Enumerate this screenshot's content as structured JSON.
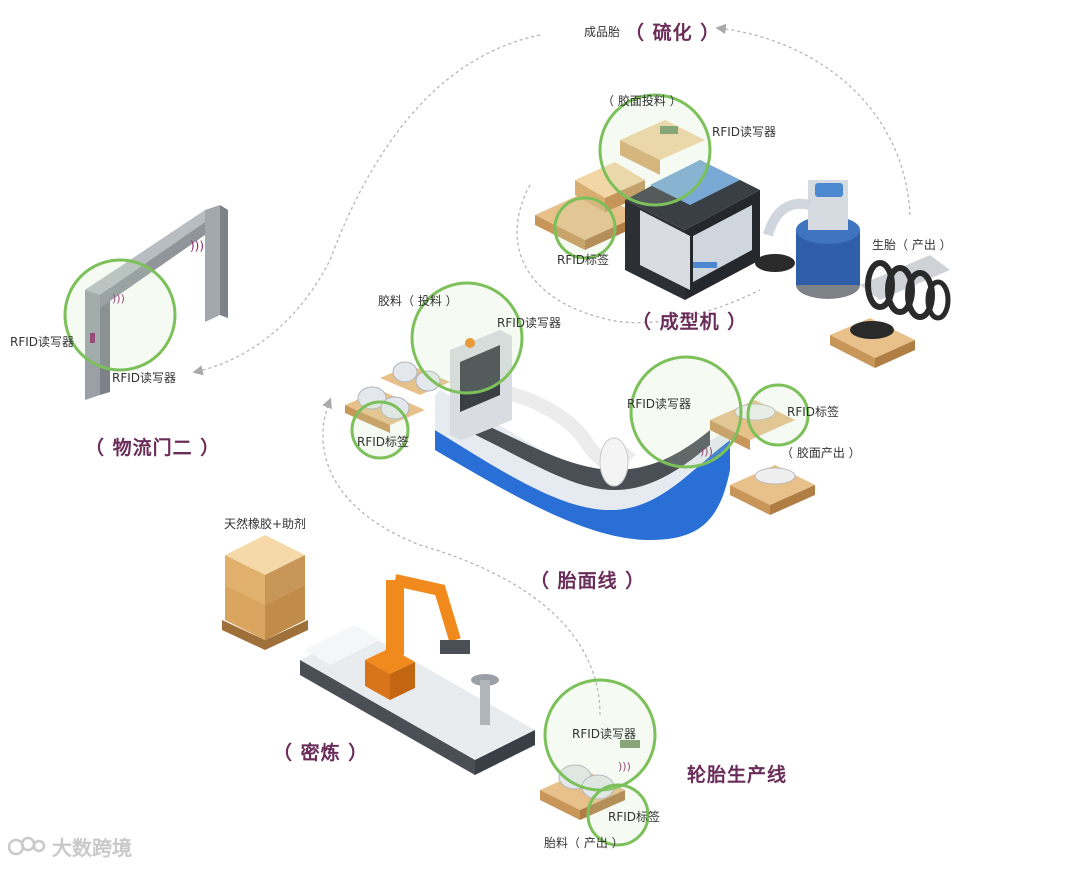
{
  "titles": {
    "vulcanization": "（ 硫化 ）",
    "building_machine": "（ 成型机 ）",
    "logistics_gate": "（ 物流门二 ）",
    "tread_line": "（ 胎面线 ）",
    "mixing": "（ 密炼 ）",
    "tire_line": "轮胎生产线"
  },
  "labels": {
    "finished_tire": "成品胎",
    "tread_feed_top": "（ 胶面投料 ）",
    "rfid_reader_top": "RFID读写器",
    "rfid_tag_top": "RFID标签",
    "green_tire_out": "生胎（ 产出 ）",
    "gate_reader_left": "RFID读写器",
    "gate_reader_bottom": "RFID读写器",
    "rubber_feed": "胶料（ 投料 ）",
    "rfid_reader_mid": "RFID读写器",
    "rfid_tag_left": "RFID标签",
    "rfid_reader_conv": "RFID读写器",
    "rfid_tag_right": "RFID标签",
    "tread_out": "（ 胶面产出 ）",
    "raw_material": "天然橡胶+助剂",
    "rfid_reader_bottom": "RFID读写器",
    "rfid_tag_bottom": "RFID标签",
    "material_out": "胎料（ 产出 ）"
  },
  "watermark": {
    "text": "大数跨境",
    "logo": "bubble-logo-icon"
  },
  "colors": {
    "title": "#6a2d5a",
    "circle": "#7cc05a",
    "conveyor_blue": "#2a6fd6",
    "robot_orange": "#f08a1c",
    "machine_dark": "#2f3338"
  }
}
